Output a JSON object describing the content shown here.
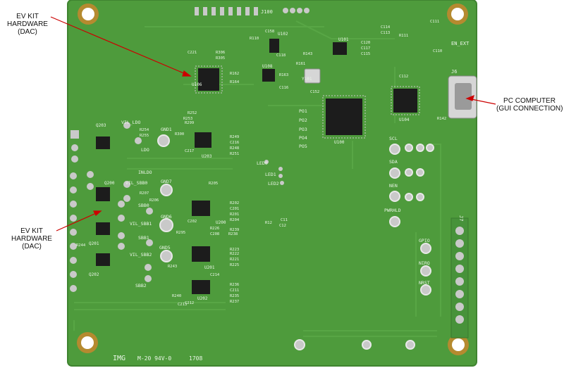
{
  "callouts": {
    "top_left": [
      "EV KIT",
      "HARDWARE",
      "(DAC)"
    ],
    "mid_left": [
      "EV KIT",
      "HARDWARE",
      "(DAC)"
    ],
    "right": [
      "PC COMPUTER",
      "(GUI CONNECTION)"
    ]
  },
  "silkscreen": {
    "header_top": "J100",
    "usb_ref": "J6",
    "header_right": "J7",
    "en_ext": "EN_EXT",
    "brand": "IMG",
    "marking": "M-20  94V-0",
    "datecode": "1708",
    "test_points": [
      "SCL",
      "SDA",
      "NEN",
      "PWRHLD",
      "GPIO",
      "NIRQ",
      "NRST"
    ],
    "ldo_labels": [
      "VIL_LDO",
      "LDO",
      "GND1",
      "INLDO",
      "VIL_SBB0",
      "GND7",
      "SBB0",
      "GND6",
      "VIL_SBB1",
      "SBB1",
      "GND5",
      "VIL_SBB2",
      "SBB2"
    ],
    "leds": [
      "LED0",
      "LED1",
      "LED2"
    ],
    "ports": [
      "PO1",
      "PO2",
      "PO3",
      "PO4",
      "PO5"
    ],
    "ics": [
      "U100",
      "U101",
      "U102",
      "U104",
      "U106",
      "U108",
      "U200",
      "U201",
      "U202",
      "U203",
      "Q200",
      "Q201",
      "Q202",
      "Q203",
      "Y101"
    ],
    "refs": [
      "R110",
      "C158",
      "C118",
      "R143",
      "C120",
      "C117",
      "C115",
      "C114",
      "C113",
      "R111",
      "C111",
      "C110",
      "R162",
      "R163",
      "R164",
      "C152",
      "R161",
      "C116",
      "R142",
      "C112",
      "C221",
      "R306",
      "R305",
      "R254",
      "R255",
      "R252",
      "R253",
      "R300",
      "R299",
      "C217",
      "R249",
      "C216",
      "R248",
      "R251",
      "R207",
      "R206",
      "R205",
      "R202",
      "C201",
      "R201",
      "R204",
      "C202",
      "R295",
      "R226",
      "C208",
      "R239",
      "R238",
      "R243",
      "R223",
      "R222",
      "R221",
      "R225",
      "C214",
      "R236",
      "C211",
      "R235",
      "R237",
      "R240",
      "C213",
      "C212",
      "R244",
      "C11",
      "R12",
      "C12"
    ]
  },
  "colors": {
    "board": "#4e9b3c",
    "board_edge": "#3f8430",
    "pad": "#c9c9c9",
    "ic_body": "#1c1c1c",
    "trace": "#5aa847",
    "silk": "#e9f5e6",
    "hole_ring": "#b58a2f"
  }
}
